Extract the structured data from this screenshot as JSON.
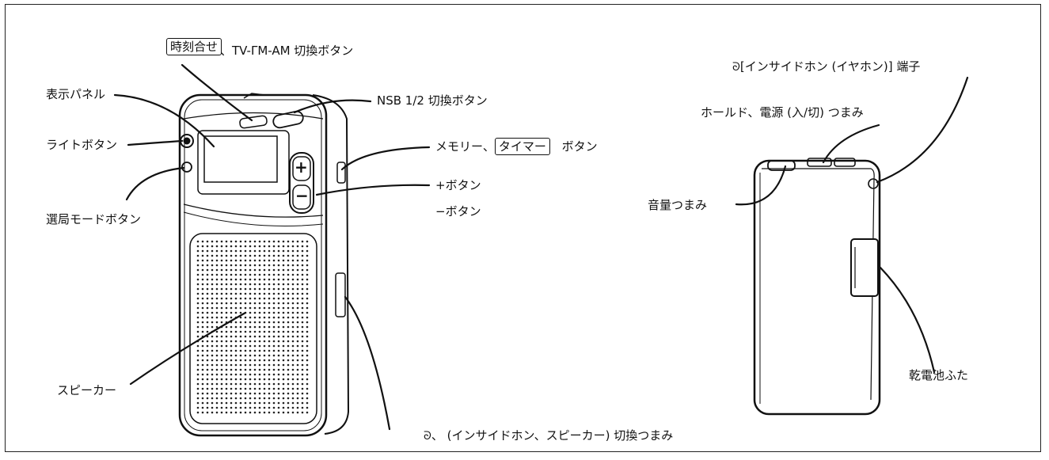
{
  "labels": {
    "time_set_button": "時刻合せ",
    "band_switch": "、TV-ΓM-AM 切換ボタン",
    "nsb_switch": "NSB 1/2 切換ボタン",
    "display_panel": "表示パネル",
    "light_button": "ライトボタン",
    "memory_prefix": "メモリー、",
    "timer_button": "タイマー",
    "memory_suffix": "ボタン",
    "plus_button": "+ボタン",
    "minus_button": "−ボタン",
    "tuning_mode_button": "選局モードボタン",
    "speaker": "スピーカー",
    "earphone_speaker_switch": "、 (インサイドホン、スピーカー) 切換つまみ",
    "earphone_jack": "[インサイドホン (イヤホン)] 端子",
    "hold_power_knob": "ホールド、電源 (入/切) つまみ",
    "volume_knob": "音量つまみ",
    "battery_cover": "乾電池ふた"
  },
  "device_buttons": {
    "plus": "+",
    "minus": "−"
  }
}
